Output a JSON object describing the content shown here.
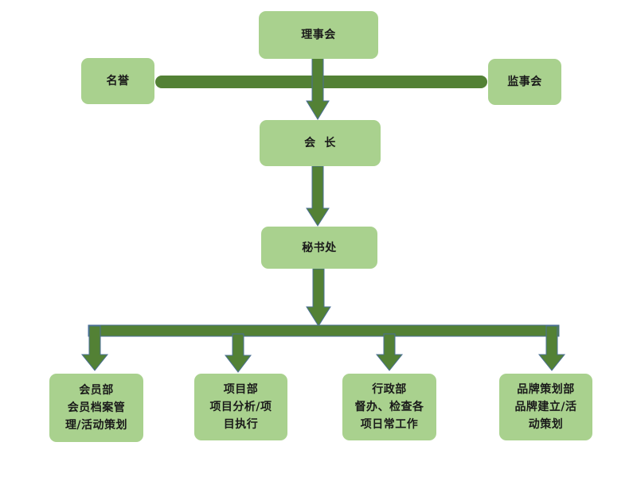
{
  "colors": {
    "box_fill": "#a9d18e",
    "connector": "#538135",
    "connector_outline": "#4a6f95"
  },
  "nodes": {
    "council": "理事会",
    "honorary": "名誉",
    "supervisory": "监事会",
    "president": "会  长",
    "secretariat": "秘书处"
  },
  "departments": [
    {
      "name": "会员部",
      "lines": [
        "会员档案管",
        "理/活动策划"
      ]
    },
    {
      "name": "项目部",
      "lines": [
        "项目分析/项",
        "目执行"
      ]
    },
    {
      "name": "行政部",
      "lines": [
        "督办、检查各",
        "项日常工作"
      ]
    },
    {
      "name": "品牌策划部",
      "lines": [
        "品牌建立/活",
        "动策划"
      ]
    }
  ]
}
